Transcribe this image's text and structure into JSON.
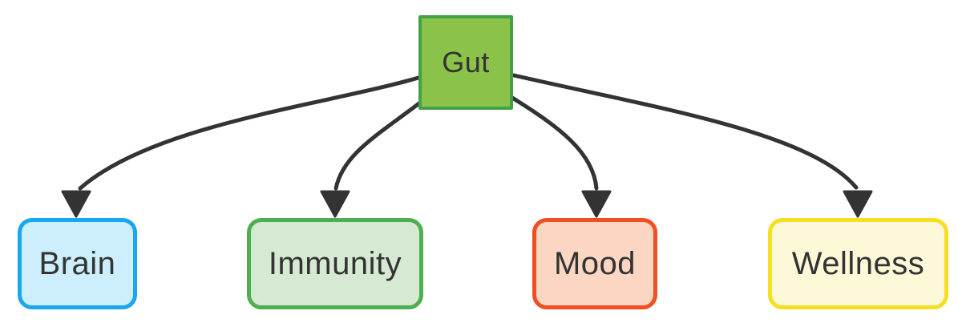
{
  "diagram": {
    "background": "#ffffff",
    "text_color": "#333333",
    "root": {
      "label": "Gut",
      "fill": "#8bc34a",
      "border": "#43a047"
    },
    "children": [
      {
        "label": "Brain",
        "fill": "#cdeefc",
        "border": "#1ba7ec"
      },
      {
        "label": "Immunity",
        "fill": "#d6e9d2",
        "border": "#4caf50"
      },
      {
        "label": "Mood",
        "fill": "#fbd6c3",
        "border": "#f04e23"
      },
      {
        "label": "Wellness",
        "fill": "#fdf8d7",
        "border": "#f4df22"
      }
    ],
    "edges": {
      "color": "#333333",
      "connections": [
        {
          "from": "Gut",
          "to": "Brain"
        },
        {
          "from": "Gut",
          "to": "Immunity"
        },
        {
          "from": "Gut",
          "to": "Mood"
        },
        {
          "from": "Gut",
          "to": "Wellness"
        }
      ]
    }
  }
}
